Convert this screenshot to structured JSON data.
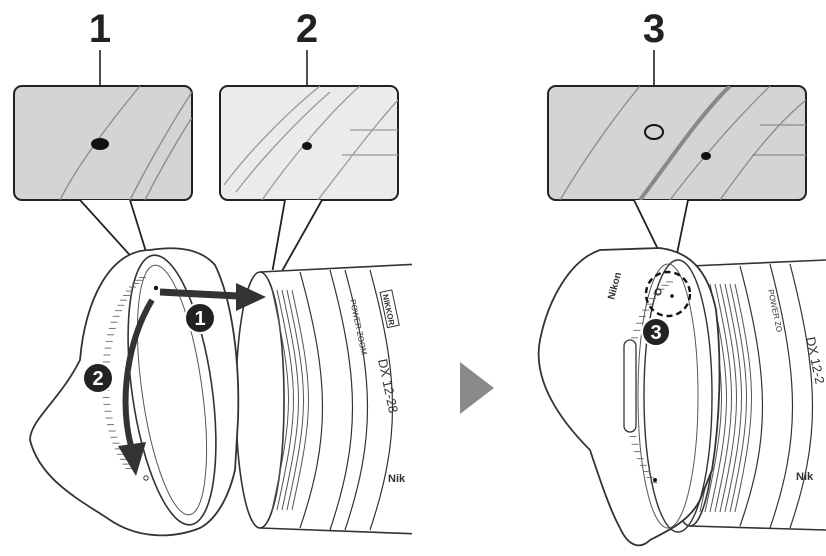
{
  "callouts": {
    "mark_1": "1",
    "mark_2": "2",
    "mark_3": "3"
  },
  "steps": {
    "step_1": "1",
    "step_2": "2",
    "step_3": "3"
  },
  "lens_markings": {
    "model": "DX 12-28",
    "model_right": "DX 12-2",
    "zoom": "POWER ZOOM",
    "zoom_right": "POWER ZO",
    "brand_left": "Nik",
    "brand_right": "Nik",
    "badge": "NIKKOR",
    "hood_brand": "Nikon"
  },
  "colors": {
    "inset_fill": "#d4d4d4",
    "inset_fill_light": "#ebebeb",
    "line": "#333333",
    "arrow": "#333333",
    "step_badge": "#222222",
    "next_arrow": "#8a8a8a"
  },
  "icons": {
    "next": "triangle-right-icon"
  }
}
